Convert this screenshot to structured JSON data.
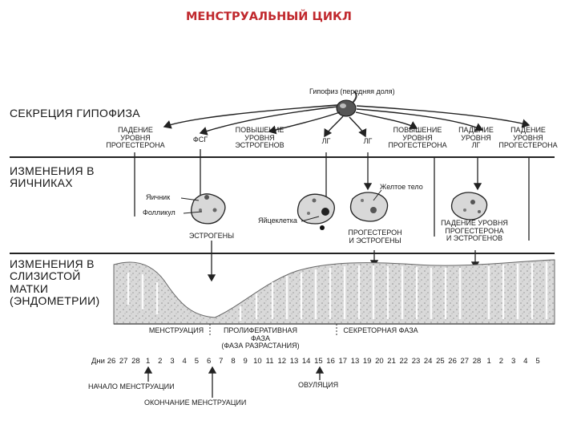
{
  "title": "МЕНСТРУАЛЬНЫЙ ЦИКЛ",
  "sections": {
    "pituitary": "СЕКРЕЦИЯ ГИПОФИЗА",
    "ovaries": "ИЗМЕНЕНИЯ В\nЯИЧНИКАХ",
    "endometrium": "ИЗМЕНЕНИЯ В\nСЛИЗИСТОЙ\nМАТКИ\n(ЭНДОМЕТРИИ)"
  },
  "pituitary_label": "Гипофиз (передняя доля)",
  "hormone_labels": {
    "progesterone_fall": "ПАДЕНИЕ\nУРОВНЯ\nПРОГЕСТЕРОНА",
    "fsh": "ФСГ",
    "estrogen_rise": "ПОВЫШЕНИЕ\nУРОВНЯ\nЭСТРОГЕНОВ",
    "lh1": "ЛГ",
    "lh2": "ЛГ",
    "progesterone_rise": "ПОВЫШЕНИЕ\nУРОВНЯ\nПРОГЕСТЕРОНА",
    "lh_fall": "ПАДЕНИЕ\nУРОВНЯ\nЛГ",
    "progesterone_fall_2": "ПАДЕНИЕ\nУРОВНЯ\nПРОГЕСТЕРОНА"
  },
  "ovary_labels": {
    "ovary": "Яичник",
    "follicle": "Фолликул",
    "ovum": "Яйцеклетка",
    "corpus_luteum": "Желтое тело",
    "estrogens": "ЭСТРОГЕНЫ",
    "prog_estro": "ПРОГЕСТЕРОН\nИ ЭСТРОГЕНЫ",
    "fall_prog_estro": "ПАДЕНИЕ УРОВНЯ\nПРОГЕСТЕРОНА\nИ ЭСТРОГЕНОВ"
  },
  "phases": {
    "menstruation": "МЕНСТРУАЦИЯ",
    "proliferative": "ПРОЛИФЕРАТИВНАЯ\nФАЗА\n(ФАЗА РАЗРАСТАНИЯ)",
    "secretory": "СЕКРЕТОРНАЯ ФАЗА"
  },
  "days_label": "Дни",
  "days": [
    "26",
    "27",
    "28",
    "1",
    "2",
    "3",
    "4",
    "5",
    "6",
    "7",
    "8",
    "9",
    "10",
    "11",
    "12",
    "13",
    "14",
    "15",
    "16",
    "17",
    "13",
    "19",
    "20",
    "21",
    "22",
    "23",
    "24",
    "25",
    "26",
    "27",
    "28",
    "1",
    "2",
    "3",
    "4",
    "5"
  ],
  "markers": {
    "menstruation_start": "НАЧАЛО МЕНСТРУАЦИИ",
    "menstruation_end": "ОКОНЧАНИЕ МЕНСТРУАЦИИ",
    "ovulation": "ОВУЛЯЦИЯ"
  }
}
